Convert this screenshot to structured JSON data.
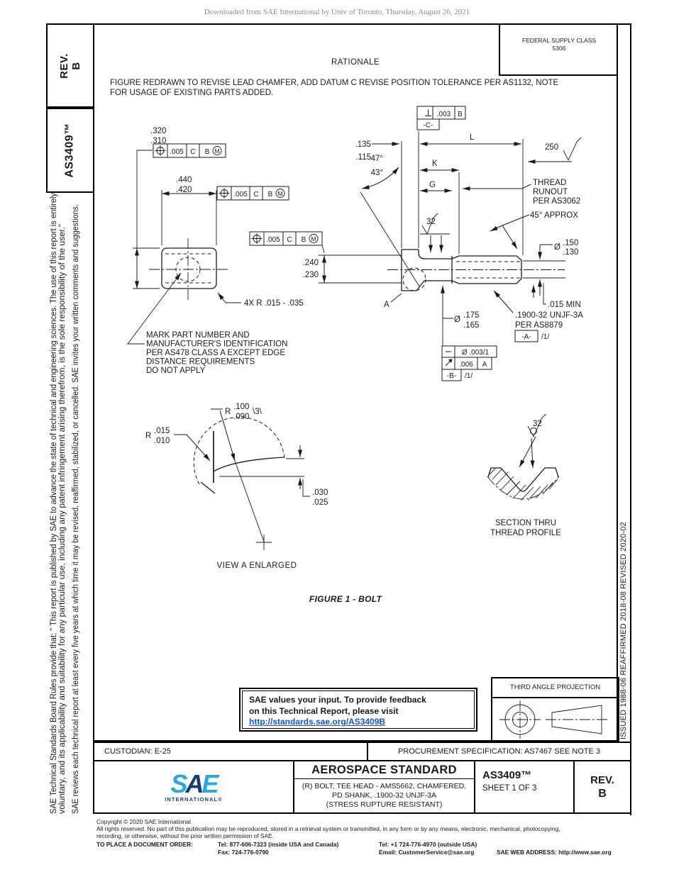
{
  "page": {
    "download_notice": "Downloaded from SAE International by Univ of Toronto, Thursday, August 26, 2021"
  },
  "sidebar": {
    "rev_label": "REV.",
    "rev_value": "B",
    "doc_number": "AS3409™",
    "disclaimer_line1": "SAE Technical Standards Board Rules provide that: \" This report is published by SAE to advance the state of technical and engineering sciences. The use of this report is entirely",
    "disclaimer_line2": "voluntary, and its applicability and suitability for any particular use, including any patent infringement arising therefrom, is the sole responsibility of the user.\"",
    "disclaimer_line3": "SAE reviews each technical report at least every five years at which time it may be revised, reaffirmed, stabilized, or cancelled. SAE invites your written comments and suggestions."
  },
  "right_margin": {
    "history": "ISSUED 1988-06      REAFFIRMED 2018-08      REVISED 2020-02"
  },
  "header": {
    "fsc_line1": "FEDERAL SUPPLY CLASS",
    "fsc_line2": "5306",
    "rationale_title": "RATIONALE",
    "rationale_line1": "FIGURE REDRAWN TO REVISE LEAD CHAMFER, ADD DATUM C REVISE POSITION TOLERANCE PER AS1132, NOTE",
    "rationale_line2": "FOR USAGE OF EXISTING PARTS ADDED."
  },
  "drawing": {
    "fcf_pos": {
      "tol": ".005",
      "datum1": "C",
      "datum2": "B",
      "modifier": "M"
    },
    "fcf_perp": {
      "tol": ".003",
      "datum": "B"
    },
    "datum_c": "-C-",
    "datum_a": "-A-",
    "datum_b": "-B-",
    "flag_note": "/1/",
    "head_height_hi": ".320",
    "head_height_lo": ".310",
    "head_width_hi": ".440",
    "head_width_lo": ".420",
    "head_across_hi": ".240",
    "head_across_lo": ".230",
    "head_thickness_hi": ".135",
    "head_thickness_lo": ".115",
    "chamfer_angle_hi": "47°",
    "chamfer_angle_lo": "43°",
    "finish_250": "250",
    "finish_32": "32",
    "dim_l": "L",
    "dim_k": "K",
    "dim_g": "G",
    "thread_runout_1": "THREAD",
    "thread_runout_2": "RUNOUT",
    "thread_runout_3": "PER AS3062",
    "approx_45": "45° APPROX",
    "dia_sym": "Ø",
    "tip_dia_hi": ".150",
    "tip_dia_lo": ".130",
    "min_015": ".015 MIN",
    "shank_dia_hi": ".175",
    "shank_dia_lo": ".165",
    "thread_spec_1": ".1900-32 UNJF-3A",
    "thread_spec_2": "PER AS8879",
    "fcf_straight_val": "Ø .003/1",
    "fcf_runout_tol": ".006",
    "fcf_runout_datum": "A",
    "radius_note": "4X R .015 - .035",
    "mark_note_1": "MARK PART NUMBER AND",
    "mark_note_2": "MANUFACTURER'S IDENTIFICATION",
    "mark_note_3": "PER AS478 CLASS A EXCEPT EDGE",
    "mark_note_4": "DISTANCE REQUIREMENTS",
    "mark_note_5": "DO NOT APPLY",
    "detail_label": "A",
    "r_label": "R",
    "fillet_r_hi": ".100",
    "fillet_r_lo": ".090",
    "fillet_flag": "\\3\\",
    "edge_r_hi": ".015",
    "edge_r_lo": ".010",
    "step_hi": ".030",
    "step_lo": ".025",
    "view_a_caption": "VIEW A ENLARGED",
    "figure_caption": "FIGURE 1 - BOLT",
    "section_caption_1": "SECTION THRU",
    "section_caption_2": "THREAD PROFILE"
  },
  "feedback": {
    "line1": "SAE values your input. To provide feedback",
    "line2": "on this Technical Report, please visit",
    "link": "http://standards.sae.org/AS3409B"
  },
  "projection": {
    "label": "THIRD ANGLE PROJECTION"
  },
  "info_bar": {
    "custodian": "CUSTODIAN: E-25",
    "procurement": "PROCUREMENT SPECIFICATION: AS7467 SEE NOTE 3"
  },
  "title_block": {
    "logo_s": "S",
    "logo_a": "A",
    "logo_e": "E",
    "logo_sub": "INTERNATIONAL®",
    "title": "AEROSPACE STANDARD",
    "subtitle_1": "(R) BOLT, TEE HEAD - AMS5662, CHAMFERED,",
    "subtitle_2": "PD SHANK, .1900-32 UNJF-3A",
    "subtitle_3": "(STRESS RUPTURE RESISTANT)",
    "doc_number": "AS3409™",
    "sheet": "SHEET 1 OF 3",
    "rev_label": "REV.",
    "rev_value": "B"
  },
  "footer": {
    "copyright": "Copyright © 2020 SAE International",
    "rights_1": "All rights reserved. No part of this publication may be reproduced, stored in a retrieval system or transmitted, in any form or by any means, electronic, mechanical, photocopying,",
    "rights_2": "recording, or otherwise, without the prior written permission of SAE.",
    "order_label": "TO PLACE A DOCUMENT ORDER:",
    "tel_inside": "Tel: 877-606-7323 (inside USA and Canada)",
    "tel_outside": "Tel: +1 724-776-4970 (outside USA)",
    "fax": "Fax: 724-776-0790",
    "email": "Email: CustomerService@sae.org",
    "web": "SAE WEB ADDRESS: http://www.sae.org"
  },
  "colors": {
    "link": "#1155cc",
    "logo_light": "#2aa7df",
    "logo_dark": "#173c74",
    "ink": "#1a1a1a"
  }
}
